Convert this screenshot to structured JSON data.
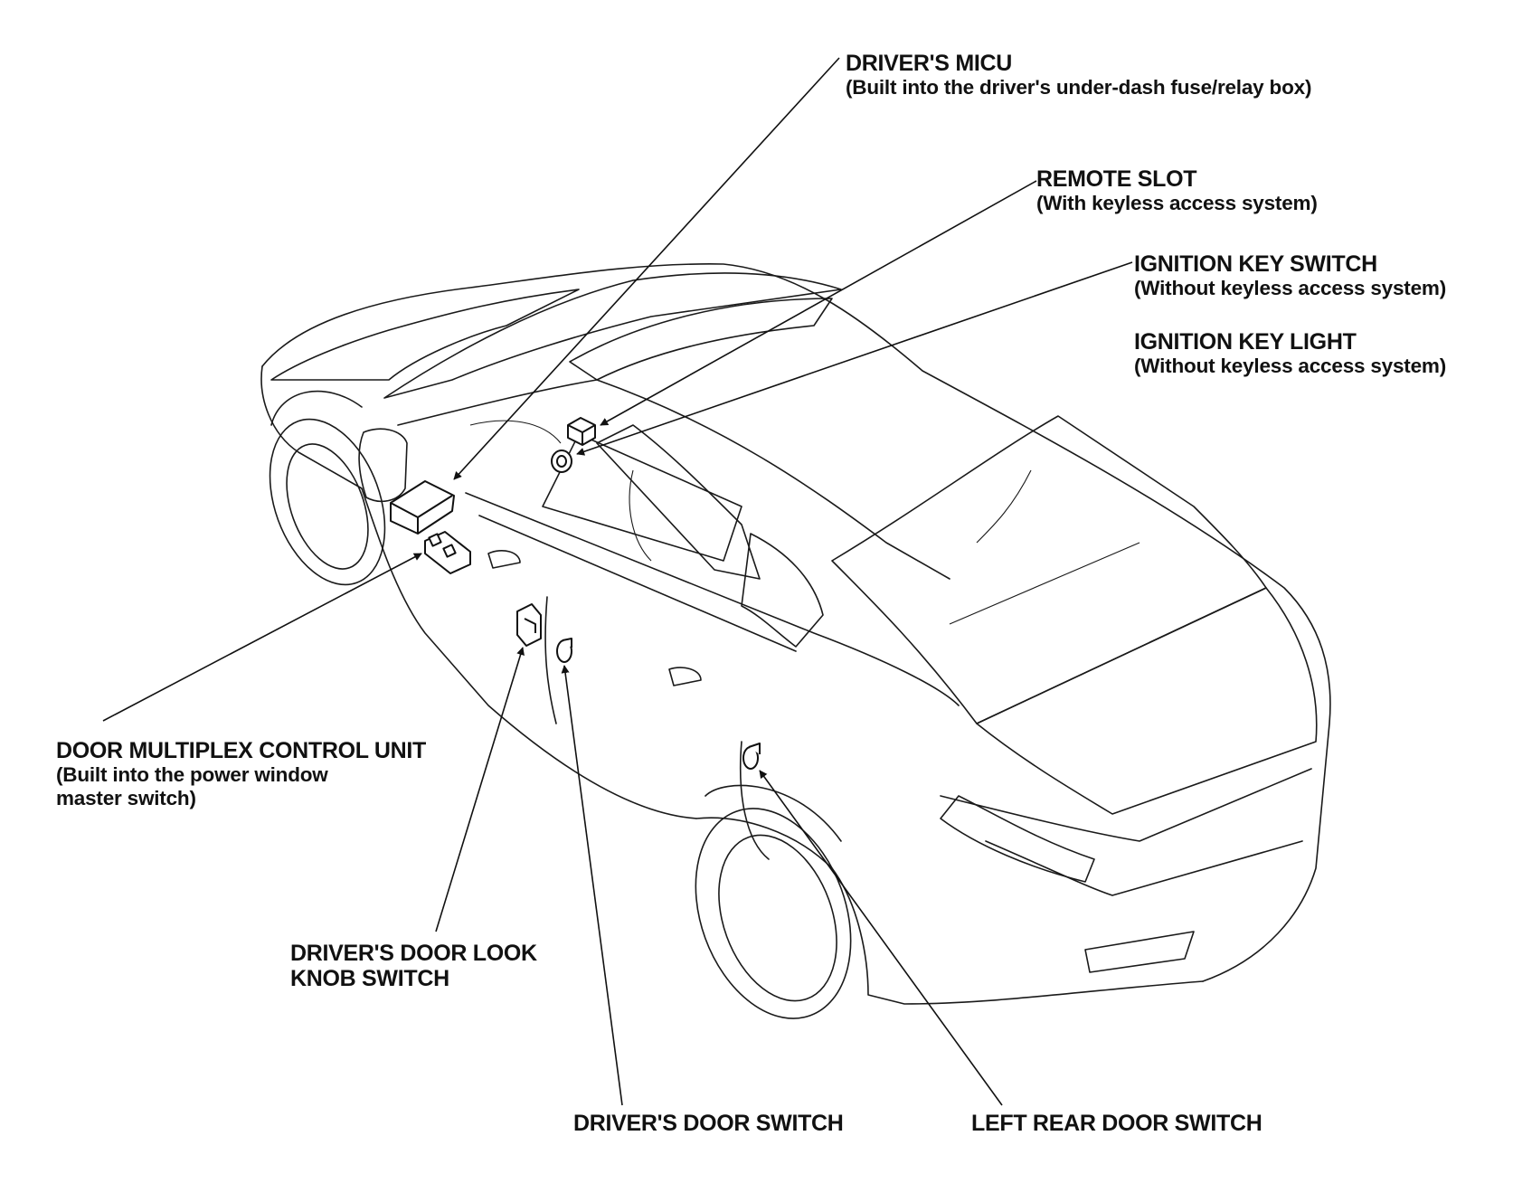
{
  "callouts": {
    "drivers_micu": {
      "title": "DRIVER'S MICU",
      "sub": [
        "(Built into the driver's under-dash fuse/relay box)"
      ]
    },
    "remote_slot": {
      "title": "REMOTE SLOT",
      "sub": [
        "(With keyless access system)"
      ]
    },
    "ignition_key_switch": {
      "title": "IGNITION KEY SWITCH",
      "sub": [
        "(Without keyless access system)"
      ]
    },
    "ignition_key_light": {
      "title": "IGNITION KEY LIGHT",
      "sub": [
        "(Without keyless access system)"
      ]
    },
    "door_multiplex": {
      "title": "DOOR MULTIPLEX CONTROL UNIT",
      "sub": [
        "(Built into the power window",
        "master switch)"
      ]
    },
    "door_lock_knob": {
      "title": [
        "DRIVER'S DOOR LOOK",
        "KNOB SWITCH"
      ]
    },
    "drivers_door_switch": {
      "title": "DRIVER'S DOOR SWITCH"
    },
    "left_rear_door_switch": {
      "title": "LEFT REAR DOOR SWITCH"
    }
  },
  "icons": [
    "arrowhead-icon"
  ]
}
